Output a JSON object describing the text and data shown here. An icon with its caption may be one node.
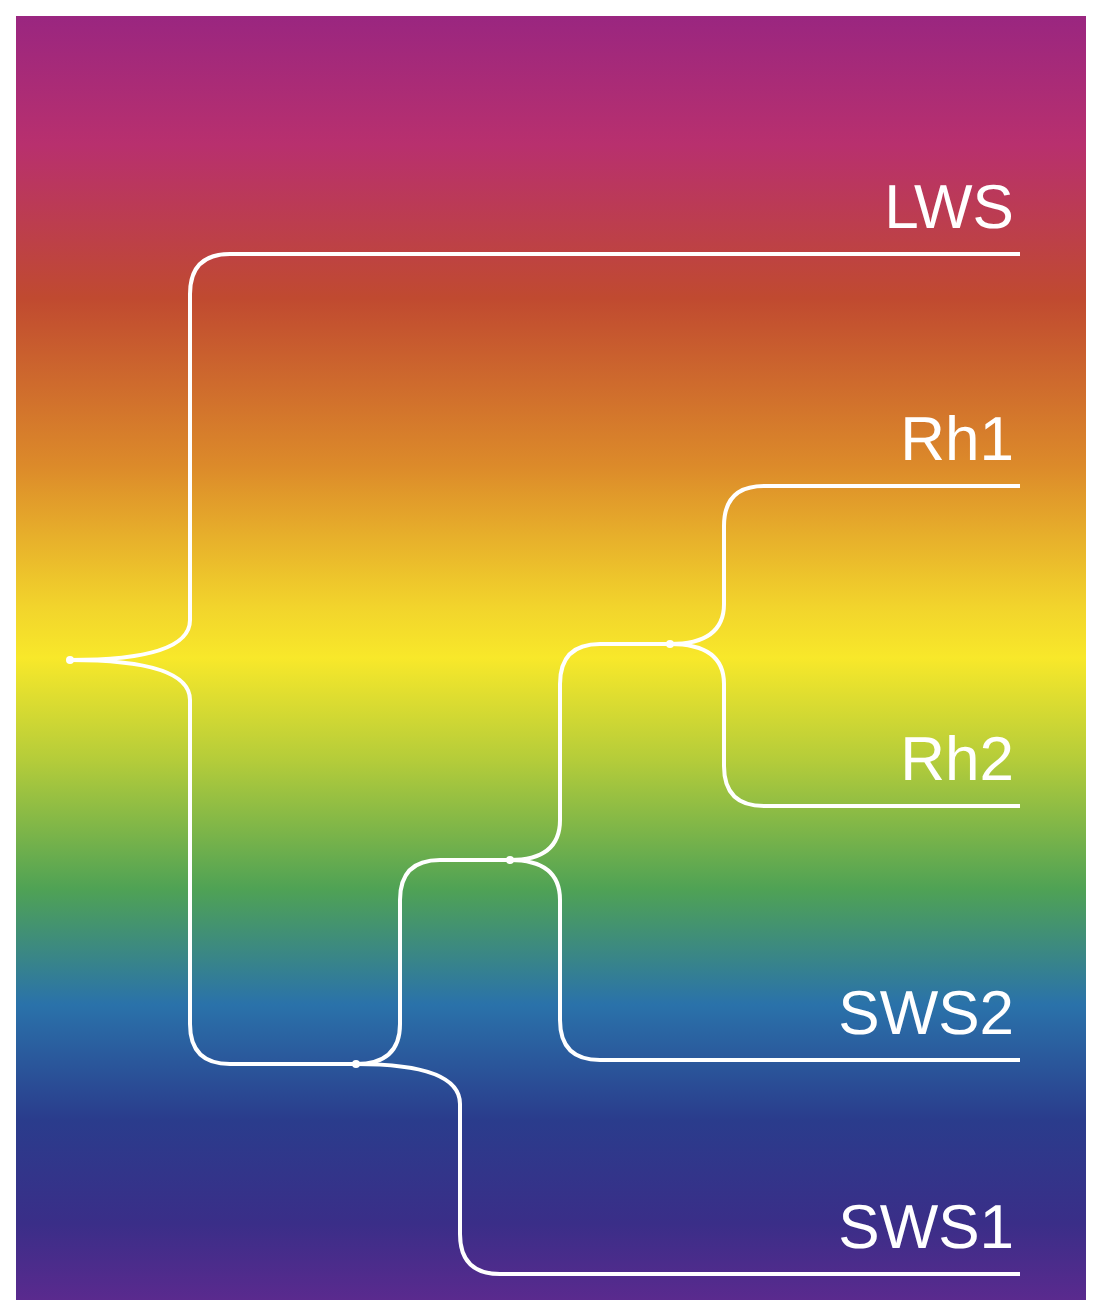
{
  "diagram": {
    "nodes": [
      {
        "text": [
          "LWS"
        ]
      },
      {
        "text": [
          "Rh1"
        ]
      },
      {
        "text": [
          "Rh2"
        ]
      },
      {
        "text": [
          "SWS2"
        ]
      },
      {
        "text": [
          "SWS1"
        ]
      },
      {
        "text": [],
        "shape": "point"
      },
      {
        "text": [],
        "shape": "point"
      },
      {
        "text": [],
        "shape": "point"
      },
      {
        "text": [],
        "shape": "point"
      }
    ],
    "edges": [
      {
        "from": 5,
        "to": 0,
        "arrow": "none"
      },
      {
        "from": 5,
        "to": 6,
        "arrow": "none"
      },
      {
        "from": 6,
        "to": 7,
        "arrow": "none"
      },
      {
        "from": 6,
        "to": 4,
        "arrow": "none"
      },
      {
        "from": 7,
        "to": 8,
        "arrow": "none"
      },
      {
        "from": 7,
        "to": 3,
        "arrow": "none"
      },
      {
        "from": 8,
        "to": 1,
        "arrow": "none"
      },
      {
        "from": 8,
        "to": 2,
        "arrow": "none"
      }
    ]
  }
}
